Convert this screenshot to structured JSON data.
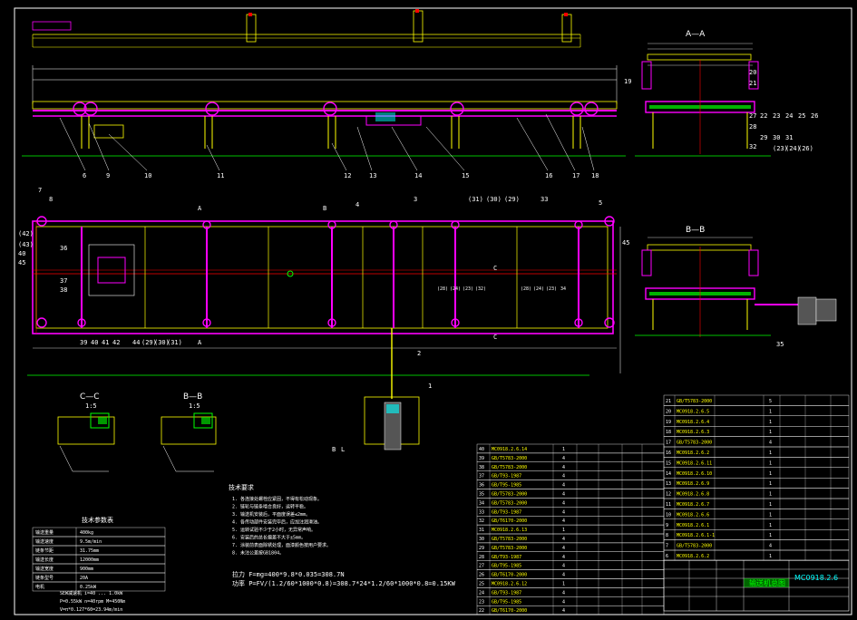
{
  "title_label": "输送机总图",
  "drawing_no": "MC0918.2.6",
  "callouts": {
    "front_view": [
      "6",
      "9",
      "10",
      "11",
      "12",
      "13",
      "14",
      "15",
      "16",
      "17",
      "18"
    ],
    "plan_top": [
      "7",
      "8",
      "4",
      "3",
      "(31)",
      "(30)",
      "(29)",
      "33",
      "5"
    ],
    "plan_left": [
      "(42)",
      "(43)",
      "40",
      "45",
      "36",
      "37",
      "38"
    ],
    "plan_mid": [
      "(28)",
      "(24)",
      "(23)",
      "(32)",
      "(28)",
      "(24)",
      "(23)",
      "34"
    ],
    "plan_bottom": [
      "39",
      "40",
      "41",
      "42",
      "44",
      "(29)",
      "(30)",
      "(31)"
    ],
    "plan_right": [
      "45",
      "1",
      "2"
    ],
    "section_a": [
      "19",
      "20",
      "21",
      "22",
      "23",
      "24",
      "25",
      "26",
      "27",
      "28",
      "29",
      "30",
      "31",
      "32",
      "(23)",
      "(24)",
      "(26)"
    ],
    "section_b": [
      "35"
    ]
  },
  "section_labels": {
    "a": "A—A",
    "b": "B—B",
    "cc": "C—C",
    "bb2": "B—B",
    "scale": "1:5",
    "a_mark": "A",
    "b_mark": "B",
    "c_mark": "C",
    "l_mark": "L"
  },
  "notes_title": "技术要求",
  "notes": [
    "1. 各连接处螺栓应紧固，不得有松动现象。",
    "2. 链轮与链条啮合良好，运转平稳。",
    "3. 输送机安装后，平面度误差≤2mm。",
    "4. 各传动部件安装完毕后，应加注润滑油。",
    "5. 运转试验不少于2小时，无异常声响。",
    "6. 安装后的总长偏差不大于±5mm。",
    "7. 涂装前表面除锈处理，面漆颜色按用户要求。",
    "8. 未注公差按GB1804。"
  ],
  "formulas": [
    "拉力 F=mg=400*9.8*0.035=308.7N",
    "功率 P=FV/(1.2/60*1000*0.8)=308.7*24*1.2/60*1000*0.8=0.15KW"
  ],
  "spec_title": "技术参数表",
  "spec_rows": [
    [
      "输送重量",
      "400kg"
    ],
    [
      "输送速度",
      "9.5m/min"
    ],
    [
      "链条节距",
      "31.75mm"
    ],
    [
      "输送长度",
      "12000mm"
    ],
    [
      "输送宽度",
      "900mm"
    ],
    [
      "链条型号",
      "20A"
    ],
    [
      "电机",
      "0.25kW"
    ]
  ],
  "spec_rows_lower": [
    "SEW减速机 i=40 ... 1.0kW",
    "P=0.55kW n=40rpm M=450Nm",
    "V=π*0.127*60=23.94m/min"
  ],
  "bom_rows_left": [
    [
      "40",
      "MC0918.2.6.14",
      "1"
    ],
    [
      "39",
      "GB/T5783-2000",
      "4"
    ],
    [
      "38",
      "GB/T5783-2000",
      "4"
    ],
    [
      "37",
      "GB/T93-1987",
      "4"
    ],
    [
      "36",
      "GB/T95-1985",
      "4"
    ],
    [
      "35",
      "GB/T5783-2000",
      "4"
    ],
    [
      "34",
      "GB/T5783-2000",
      "4"
    ],
    [
      "33",
      "GB/T93-1987",
      "4"
    ],
    [
      "32",
      "GB/T6170-2000",
      "4"
    ],
    [
      "31",
      "MC0918.2.6.13",
      "1"
    ],
    [
      "30",
      "GB/T5783-2000",
      "4"
    ],
    [
      "29",
      "GB/T5783-2000",
      "4"
    ],
    [
      "28",
      "GB/T93-1987",
      "4"
    ],
    [
      "27",
      "GB/T95-1985",
      "4"
    ],
    [
      "26",
      "GB/T6170-2000",
      "4"
    ],
    [
      "25",
      "MC0918.2.6.12",
      "1"
    ],
    [
      "24",
      "GB/T93-1987",
      "4"
    ],
    [
      "23",
      "GB/T95-1985",
      "4"
    ],
    [
      "22",
      "GB/T6170-2000",
      "4"
    ]
  ],
  "bom_rows_right": [
    [
      "21",
      "GB/T5783-2000",
      "5"
    ],
    [
      "20",
      "MC0918.2.6.5",
      "1"
    ],
    [
      "19",
      "MC0918.2.6.4",
      "1"
    ],
    [
      "18",
      "MC0918.2.6.3",
      "1"
    ],
    [
      "17",
      "GB/T5783-2000",
      "4"
    ],
    [
      "16",
      "MC0918.2.6.2",
      "1"
    ],
    [
      "15",
      "MC0918.2.6.11",
      "1"
    ],
    [
      "14",
      "MC0918.2.6.10",
      "1"
    ],
    [
      "13",
      "MC0918.2.6.9",
      "1"
    ],
    [
      "12",
      "MC0918.2.6.8",
      "1"
    ],
    [
      "11",
      "MC0918.2.6.7",
      "1"
    ],
    [
      "10",
      "MC0918.2.6.6",
      "1"
    ],
    [
      "9",
      "MC0918.2.6.1",
      "1"
    ],
    [
      "8",
      "MC0918.2.6.1-1",
      "1"
    ],
    [
      "7",
      "GB/T5783-2000",
      "4"
    ],
    [
      "6",
      "MC0918.2.6.2",
      "1"
    ]
  ],
  "colors": {
    "magenta": "#ff00ff",
    "green": "#00ff00",
    "yellow": "#ffff00",
    "red": "#ff0000",
    "cyan": "#00ffff",
    "white": "#ffffff"
  }
}
